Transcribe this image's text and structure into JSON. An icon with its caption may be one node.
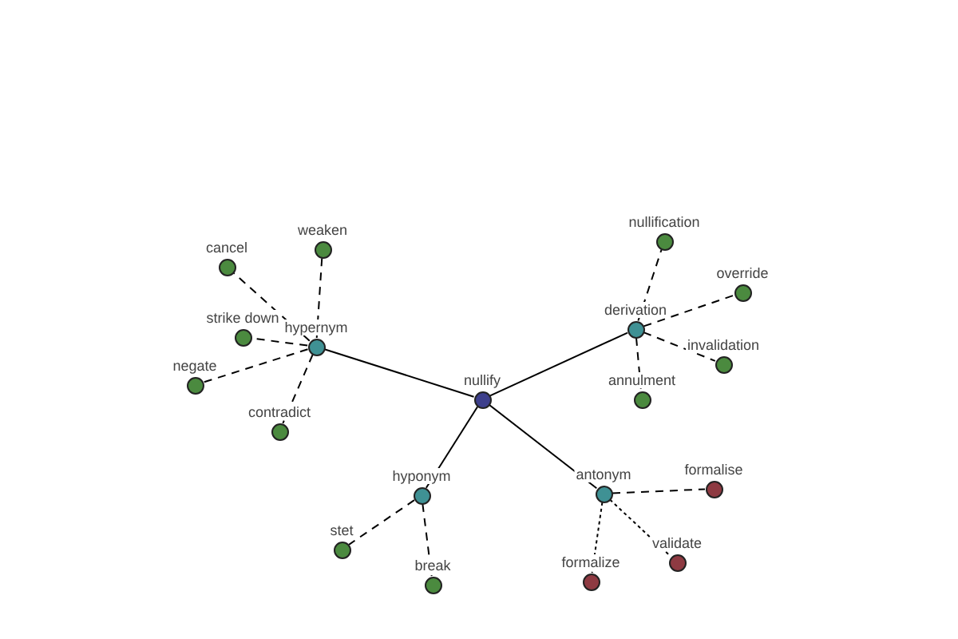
{
  "diagram": {
    "nodes": [
      {
        "text": [
          "nullify"
        ]
      },
      {
        "text": [
          "hypernym"
        ]
      },
      {
        "text": [
          "derivation"
        ]
      },
      {
        "text": [
          "hyponym"
        ]
      },
      {
        "text": [
          "antonym"
        ]
      },
      {
        "text": [
          "cancel"
        ]
      },
      {
        "text": [
          "weaken"
        ]
      },
      {
        "text": [
          "strike down"
        ]
      },
      {
        "text": [
          "negate"
        ]
      },
      {
        "text": [
          "contradict"
        ]
      },
      {
        "text": [
          "nullification"
        ]
      },
      {
        "text": [
          "override"
        ]
      },
      {
        "text": [
          "invalidation"
        ]
      },
      {
        "text": [
          "annulment"
        ]
      },
      {
        "text": [
          "stet"
        ]
      },
      {
        "text": [
          "break"
        ]
      },
      {
        "text": [
          "formalise"
        ]
      },
      {
        "text": [
          "validate"
        ]
      },
      {
        "text": [
          "formalize"
        ]
      }
    ],
    "edges": [
      {
        "from": 0,
        "to": 1,
        "arrow": "none"
      },
      {
        "from": 0,
        "to": 2,
        "arrow": "none"
      },
      {
        "from": 0,
        "to": 3,
        "arrow": "none"
      },
      {
        "from": 0,
        "to": 4,
        "arrow": "none"
      },
      {
        "from": 1,
        "to": 5,
        "arrow": "none",
        "style": "dashed"
      },
      {
        "from": 1,
        "to": 6,
        "arrow": "none",
        "style": "dashed"
      },
      {
        "from": 1,
        "to": 7,
        "arrow": "none",
        "style": "dashed"
      },
      {
        "from": 1,
        "to": 8,
        "arrow": "none",
        "style": "dashed"
      },
      {
        "from": 1,
        "to": 9,
        "arrow": "none",
        "style": "dashed"
      },
      {
        "from": 2,
        "to": 10,
        "arrow": "none",
        "style": "dashed"
      },
      {
        "from": 2,
        "to": 11,
        "arrow": "none",
        "style": "dashed"
      },
      {
        "from": 2,
        "to": 12,
        "arrow": "none",
        "style": "dashed"
      },
      {
        "from": 2,
        "to": 13,
        "arrow": "none",
        "style": "dashed"
      },
      {
        "from": 3,
        "to": 14,
        "arrow": "none",
        "style": "dashed"
      },
      {
        "from": 3,
        "to": 15,
        "arrow": "none",
        "style": "dashed"
      },
      {
        "from": 4,
        "to": 16,
        "arrow": "none",
        "style": "dashed"
      },
      {
        "from": 4,
        "to": 17,
        "arrow": "none",
        "style": "dashed"
      },
      {
        "from": 4,
        "to": 18,
        "arrow": "none",
        "style": "dashed"
      }
    ]
  }
}
